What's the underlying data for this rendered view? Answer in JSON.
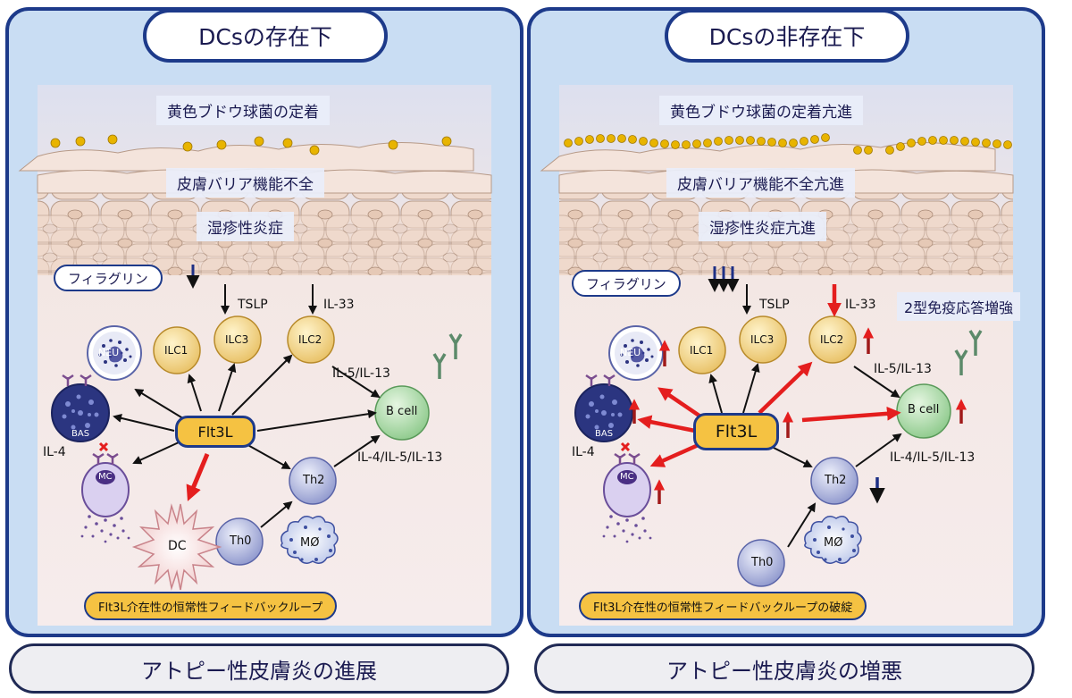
{
  "left": {
    "title": "DCsの存在下",
    "banner_colonization": "黄色ブドウ球菌の定着",
    "banner_barrier": "皮膚バリア機能不全",
    "banner_eczema": "湿疹性炎症",
    "filaggrin": "フィラグリン",
    "tslp": "TSLP",
    "il33": "IL-33",
    "il5_13": "IL-5/IL-13",
    "il4": "IL-4",
    "il4_5_13": "IL-4/IL-5/IL-13",
    "flt3l": "Flt3L",
    "loop": "Flt3L介在性の恒常性フィードバックループ",
    "bottom": "アトピー性皮膚炎の進展",
    "cells": {
      "neu": "NEU",
      "bas": "BAS",
      "mc": "MC",
      "ilc1": "ILC1",
      "ilc3": "ILC3",
      "ilc2": "ILC2",
      "bcell": "B cell",
      "th2": "Th2",
      "th0": "Th0",
      "mo": "MØ",
      "dc": "DC"
    }
  },
  "right": {
    "title": "DCsの非存在下",
    "banner_colonization": "黄色ブドウ球菌の定着亢進",
    "banner_barrier": "皮膚バリア機能不全亢進",
    "banner_eczema": "湿疹性炎症亢進",
    "filaggrin": "フィラグリン",
    "tslp": "TSLP",
    "il33": "IL-33",
    "type2": "2型免疫応答増強",
    "il5_13": "IL-5/IL-13",
    "il4": "IL-4",
    "il4_5_13": "IL-4/IL-5/IL-13",
    "flt3l": "Flt3L",
    "loop": "Flt3L介在性の恒常性フィードバックループの破綻",
    "bottom": "アトピー性皮膚炎の増悪",
    "cells": {
      "neu": "NEU",
      "bas": "BAS",
      "mc": "MC",
      "ilc1": "ILC1",
      "ilc3": "ILC3",
      "ilc2": "ILC2",
      "bcell": "B cell",
      "th2": "Th2",
      "th0": "Th0",
      "mo": "MØ"
    }
  },
  "colors": {
    "frame": "#1d3a8a",
    "panel": "#c9ddf3",
    "flt3l": "#f5c242",
    "red_arrow": "#e41e1e",
    "ilc": "#f0cf7a",
    "bcell": "#9fd39f",
    "th": "#a7afd9",
    "bacteria": "#e8b400"
  }
}
